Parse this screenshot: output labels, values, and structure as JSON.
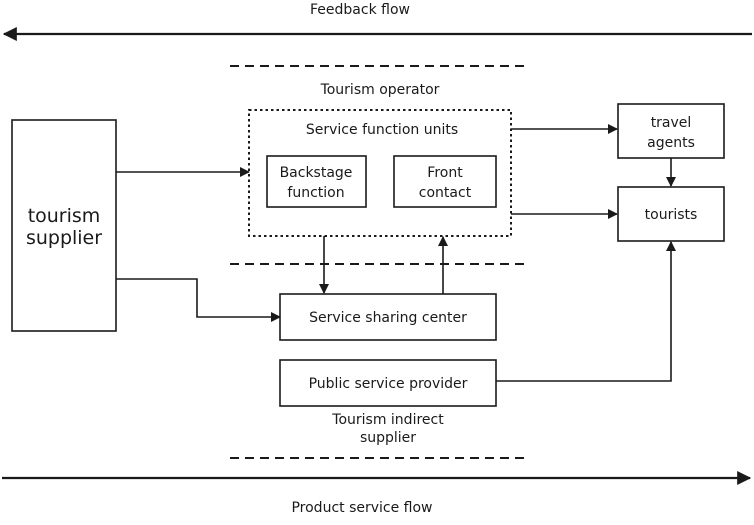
{
  "flows": {
    "feedback": "Feedback flow",
    "product": "Product service flow"
  },
  "groups": {
    "operator": "Tourism operator",
    "indirect_line1": "Tourism indirect",
    "indirect_line2": "supplier"
  },
  "nodes": {
    "supplier_line1": "tourism",
    "supplier_line2": "supplier",
    "service_units": "Service function units",
    "backstage_line1": "Backstage",
    "backstage_line2": "function",
    "front_line1": "Front",
    "front_line2": "contact",
    "travel_agents_line1": "travel",
    "travel_agents_line2": "agents",
    "tourists": "tourists",
    "sharing_center": "Service sharing center",
    "public_provider": "Public service provider"
  }
}
